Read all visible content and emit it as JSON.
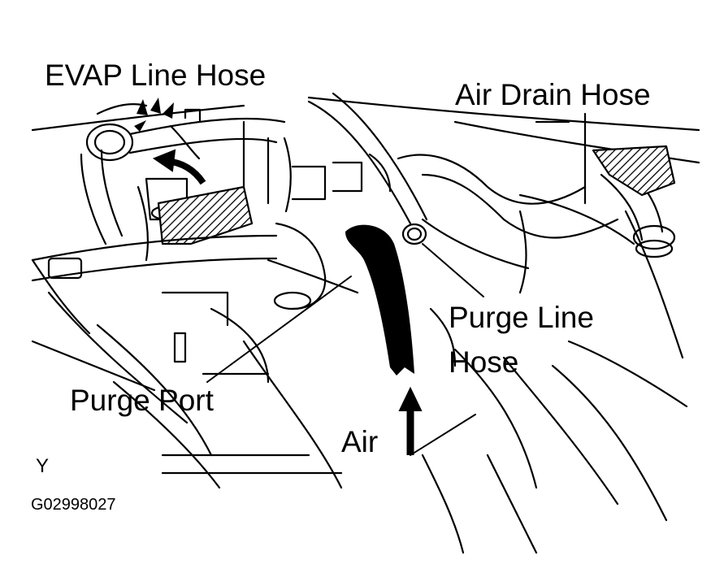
{
  "labels": {
    "evap_line_hose": "EVAP Line Hose",
    "air_drain_hose": "Air Drain Hose",
    "purge_line_hose_1": "Purge Line",
    "purge_line_hose_2": "Hose",
    "purge_port": "Purge Port",
    "air": "Air",
    "view_letter": "Y",
    "figure_code": "G02998027"
  },
  "colors": {
    "ink": "#000000",
    "paper": "#ffffff"
  },
  "icons": [
    "flow-arrow-icon"
  ]
}
